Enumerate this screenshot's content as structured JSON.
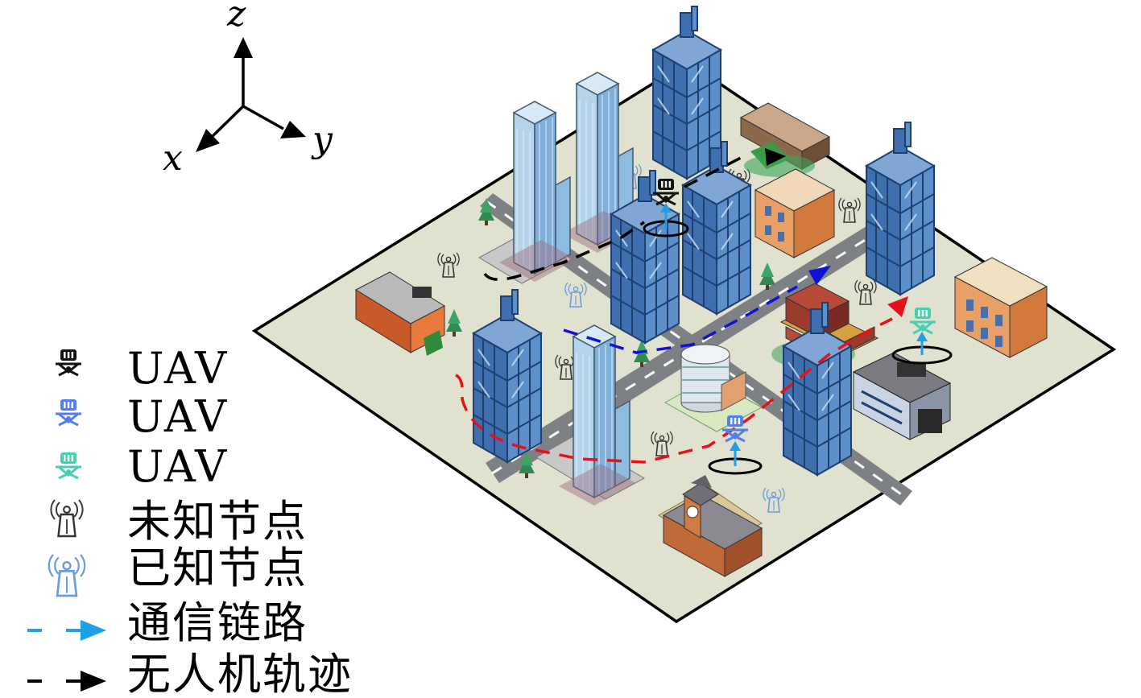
{
  "axes": {
    "x": "x",
    "y": "y",
    "z": "z"
  },
  "legend": [
    {
      "label": "UAV",
      "icon": "uav-black-icon"
    },
    {
      "label": "UAV",
      "icon": "uav-blue-icon"
    },
    {
      "label": "UAV",
      "icon": "uav-teal-icon"
    },
    {
      "label": "未知节点",
      "icon": "unknown-node-tower-icon"
    },
    {
      "label": "已知节点",
      "icon": "known-node-tower-icon"
    },
    {
      "label": "通信链路",
      "icon": "communication-link-icon"
    },
    {
      "label": "无人机轨迹",
      "icon": "uav-trajectory-icon"
    }
  ],
  "colors": {
    "ground": "#e1e1d0",
    "road": "#7e8184",
    "tower_blue": "#4a80c4",
    "glass": "#a7cbe6",
    "uav_black": "#111111",
    "uav_blue": "#4f7ff1",
    "uav_teal": "#44d1b0",
    "link": "#1f9fe6",
    "trajectory_red": "#e5121a",
    "trajectory_blue": "#1111d8",
    "trajectory_black": "#000000"
  }
}
